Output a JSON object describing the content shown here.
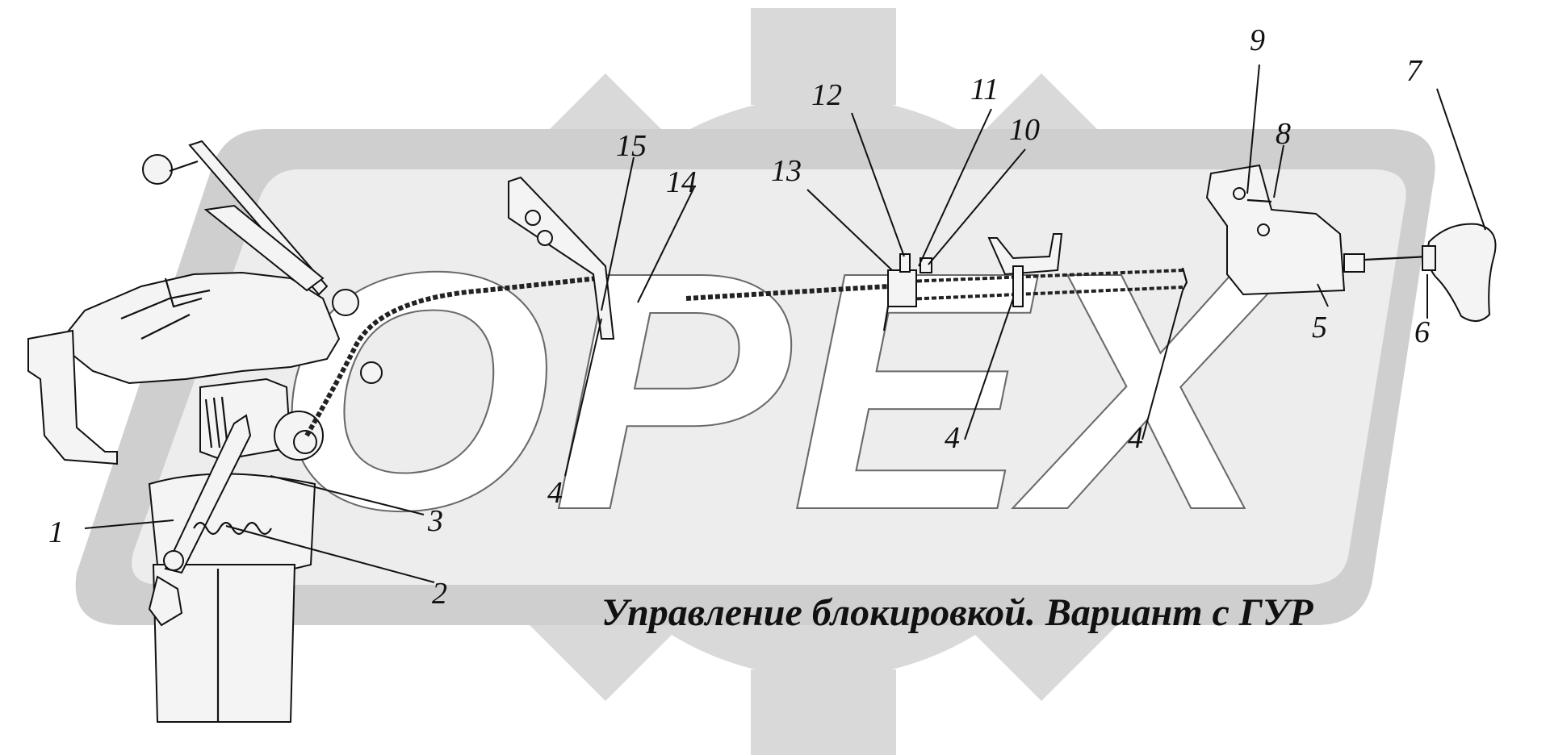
{
  "watermark": {
    "text": "OPEX",
    "gear_color": "#d9d9d9",
    "band_color": "#cfcfcf"
  },
  "caption": "Управление блокировкой. Вариант с ГУР",
  "callouts": {
    "c1": "1",
    "c2": "2",
    "c3": "3",
    "c4a": "4",
    "c4b": "4",
    "c4c": "4",
    "c5": "5",
    "c6": "6",
    "c7": "7",
    "c8": "8",
    "c9": "9",
    "c10": "10",
    "c11": "11",
    "c12": "12",
    "c13": "13",
    "c14": "14",
    "c15": "15"
  }
}
